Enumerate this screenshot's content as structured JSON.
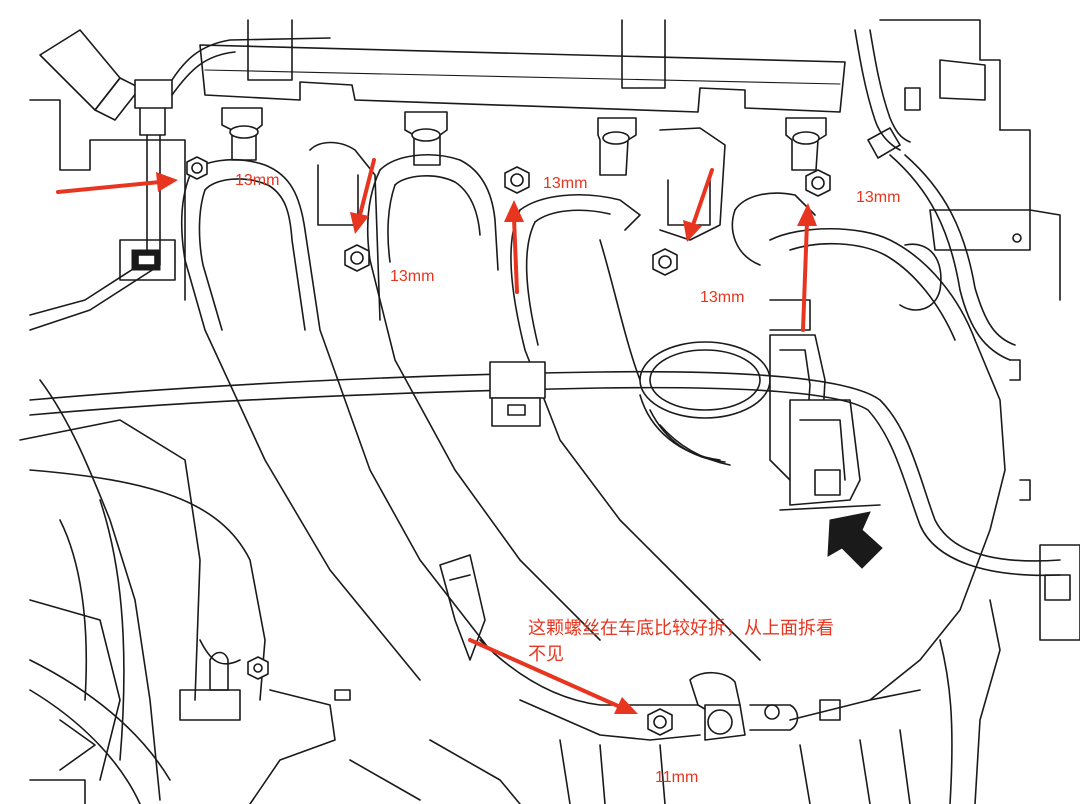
{
  "labels": {
    "bolt_top_left": "13mm",
    "bolt_mid_left": "13mm",
    "bolt_top_center": "13mm",
    "bolt_mid_right": "13mm",
    "bolt_top_right": "13mm",
    "bolt_bottom": "11mm"
  },
  "note": {
    "line1": "这颗螺丝在车底比较好拆，从上面拆看",
    "line2": "不见"
  },
  "colors": {
    "annotation": "#e8351f",
    "line_art": "#1a1a1a",
    "background": "#ffffff"
  }
}
